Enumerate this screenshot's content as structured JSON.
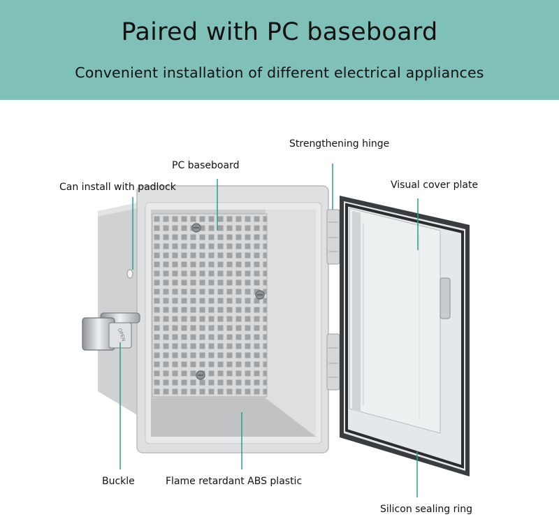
{
  "banner": {
    "title": "Paired with PC baseboard",
    "subtitle": "Convenient installation of different electrical appliances",
    "background_color": "#7fc0b9"
  },
  "callouts": {
    "strengthening_hinge": "Strengthening hinge",
    "pc_baseboard": "PC baseboard",
    "padlock": "Can install with padlock",
    "visual_cover_plate": "Visual cover plate",
    "buckle": "Buckle",
    "abs_plastic": "Flame retardant ABS plastic",
    "sealing_ring": "Silicon sealing ring"
  },
  "buckle_stamp": "OPEN",
  "accent_color": "#2f9a8c"
}
